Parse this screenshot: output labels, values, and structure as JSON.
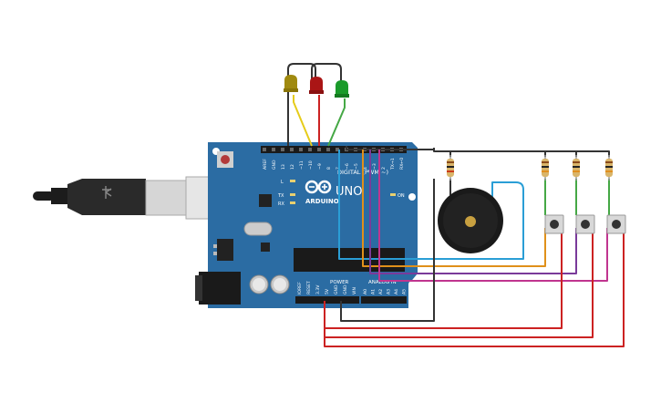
{
  "board": {
    "brand": "ARDUINO",
    "model": "UNO",
    "digital_label": "DIGITAL (PWM ~)",
    "power_label": "POWER",
    "analog_label": "ANALOG IN",
    "on_label": "ON",
    "l_label": "L",
    "tx_label": "TX",
    "rx_label": "RX",
    "digital_pins": [
      "AREF",
      "GND",
      "13",
      "12",
      "~11",
      "~10",
      "~9",
      "8",
      "7",
      "~6",
      "~5",
      "4",
      "~3",
      "2",
      "TX→1",
      "RX←0"
    ],
    "power_pins": [
      "IOREF",
      "RESET",
      "3.3V",
      "5V",
      "GND",
      "GND",
      "VIN"
    ],
    "analog_pins": [
      "A0",
      "A1",
      "A2",
      "A3",
      "A4",
      "A5"
    ]
  },
  "colors": {
    "board": "#2b6ca3",
    "wire_black": "#333333",
    "wire_red": "#cc2222",
    "wire_yellow": "#e6cc1a",
    "wire_green": "#45a845",
    "wire_orange": "#e0901a",
    "wire_purple": "#7a3a9a",
    "wire_magenta": "#c0358f",
    "wire_blue": "#2a9ed6",
    "led_yellow": "#a08a10",
    "led_red": "#aa1515",
    "led_green": "#1a9a2a"
  },
  "components": {
    "leds": [
      "yellow-led",
      "red-led",
      "green-led"
    ],
    "resistors": 4,
    "buttons": 3,
    "buzzer": 1
  }
}
